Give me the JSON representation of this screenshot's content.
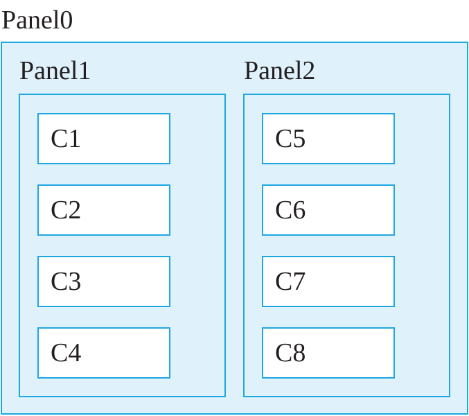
{
  "panel0": {
    "label": "Panel0"
  },
  "panel1": {
    "label": "Panel1",
    "components": [
      "C1",
      "C2",
      "C3",
      "C4"
    ]
  },
  "panel2": {
    "label": "Panel2",
    "components": [
      "C5",
      "C6",
      "C7",
      "C8"
    ]
  },
  "colors": {
    "border": "#1ea7e0",
    "panel_fill": "#dff1fb",
    "component_fill": "#ffffff",
    "text": "#231f20"
  }
}
